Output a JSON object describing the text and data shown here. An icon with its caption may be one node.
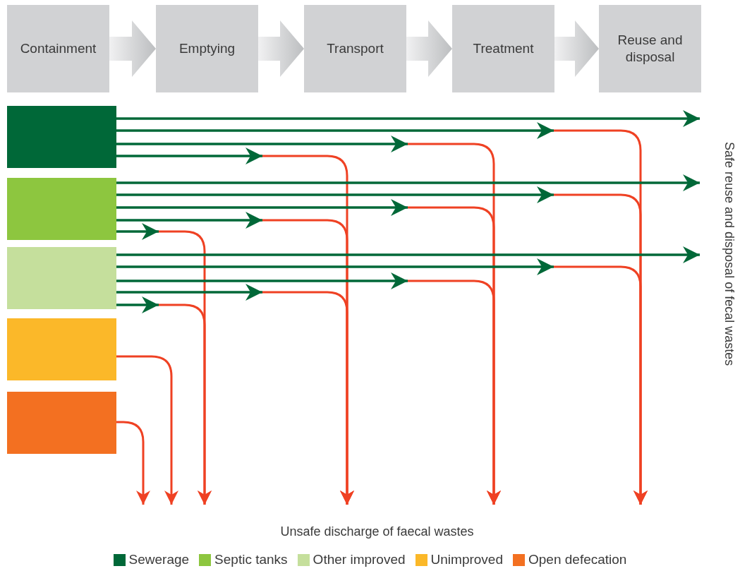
{
  "diagram": {
    "nodes": [
      {
        "text": [
          "Containment"
        ]
      },
      {
        "text": [
          "Emptying"
        ]
      },
      {
        "text": [
          "Transport"
        ]
      },
      {
        "text": [
          "Treatment"
        ]
      },
      {
        "text": [
          "Reuse and disposal"
        ]
      },
      {
        "text": [],
        "shape": "box"
      },
      {
        "text": [],
        "shape": "box"
      },
      {
        "text": [],
        "shape": "box"
      },
      {
        "text": [],
        "shape": "box"
      },
      {
        "text": [],
        "shape": "box"
      },
      {
        "text": [
          "Safe reuse and disposal of fecal wastes"
        ]
      }
    ],
    "edges": [
      {
        "from": 0,
        "to": 1,
        "arrow": "to",
        "style": "thick",
        "color": "#bcbec0"
      },
      {
        "from": 1,
        "to": 2,
        "arrow": "to",
        "style": "thick",
        "color": "#bcbec0"
      },
      {
        "from": 2,
        "to": 3,
        "arrow": "to",
        "style": "thick",
        "color": "#bcbec0"
      },
      {
        "from": 3,
        "to": 4,
        "arrow": "to",
        "style": "thick",
        "color": "#bcbec0"
      },
      {
        "from": 5,
        "to": 10,
        "arrow": "to"
      },
      {
        "from": 5,
        "to": null,
        "arrow": "to"
      },
      {
        "from": 5,
        "to": null,
        "arrow": "to"
      },
      {
        "from": 5,
        "to": null,
        "arrow": "to"
      },
      {
        "from": 6,
        "to": 10,
        "arrow": "to"
      },
      {
        "from": 6,
        "to": null,
        "arrow": "to"
      },
      {
        "from": 6,
        "to": null,
        "arrow": "to"
      },
      {
        "from": 6,
        "to": null,
        "arrow": "to"
      },
      {
        "from": 6,
        "to": null,
        "arrow": "to"
      },
      {
        "from": 7,
        "to": 10,
        "arrow": "to"
      },
      {
        "from": 7,
        "to": null,
        "arrow": "to"
      },
      {
        "from": 7,
        "to": null,
        "arrow": "to"
      },
      {
        "from": 7,
        "to": null,
        "arrow": "to"
      },
      {
        "from": 7,
        "to": null,
        "arrow": "to"
      },
      {
        "from": 8,
        "to": null,
        "arrow": "to",
        "color": "#ef4123"
      },
      {
        "from": 9,
        "to": null,
        "arrow": "to",
        "color": "#ef4123"
      }
    ],
    "labels": [
      "Unsafe discharge of faecal wastes"
    ],
    "legend": [
      {
        "text": "Sewerage",
        "color": "#006838"
      },
      {
        "text": "Septic tanks",
        "color": "#8dc63f"
      },
      {
        "text": "Other improved",
        "color": "#c5df9c"
      },
      {
        "text": "Unimproved",
        "color": "#fbb829"
      },
      {
        "text": "Open defecation",
        "color": "#f37021"
      }
    ]
  }
}
